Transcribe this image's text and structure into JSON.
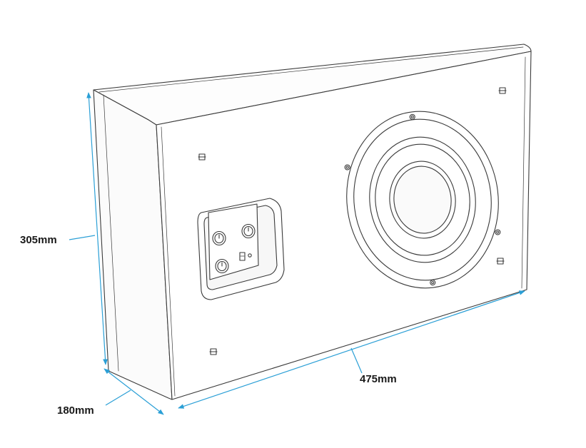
{
  "dimensions": {
    "height": {
      "label": "305mm",
      "value": 305,
      "unit": "mm"
    },
    "width": {
      "label": "475mm",
      "value": 475,
      "unit": "mm"
    },
    "depth": {
      "label": "180mm",
      "value": 180,
      "unit": "mm"
    }
  },
  "colors": {
    "outline": "#3a3a3a",
    "dimension_line": "#2a9fd6",
    "text": "#1a1a1a",
    "background": "#ffffff"
  }
}
